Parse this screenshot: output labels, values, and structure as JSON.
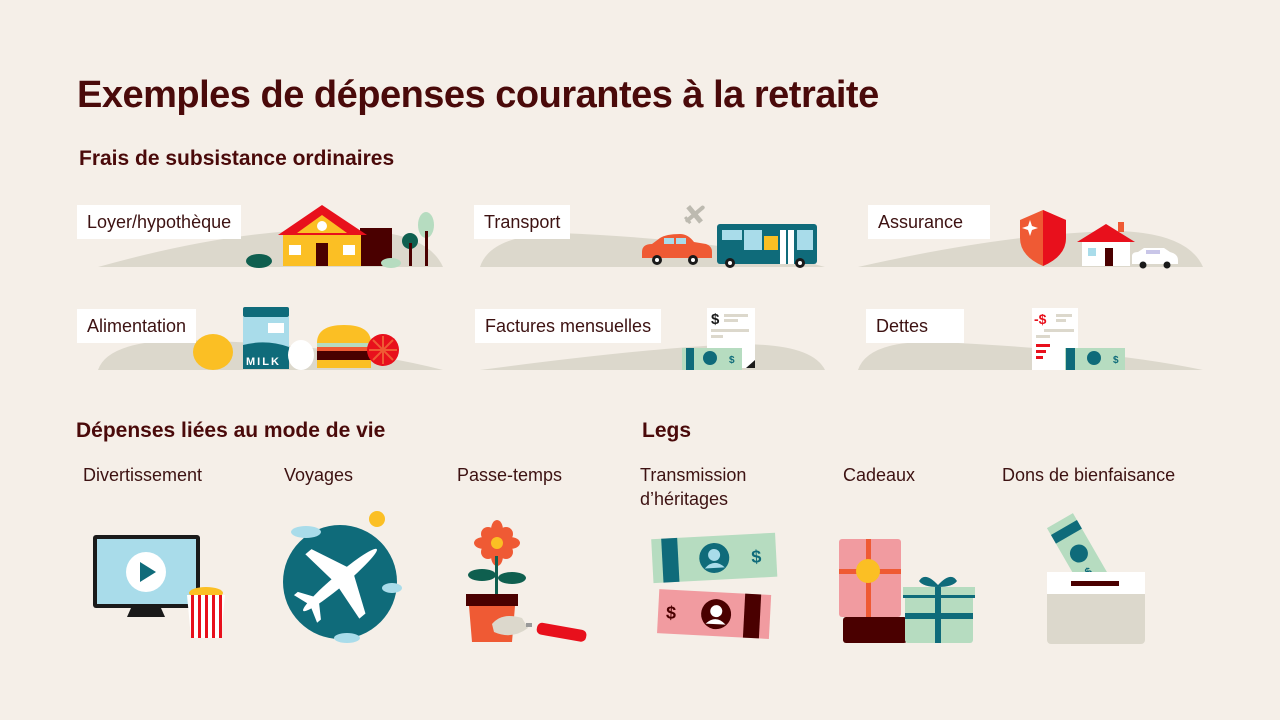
{
  "title": "Exemples de dépenses courantes à la retraite",
  "sections": {
    "living": {
      "heading": "Frais de subsistance ordinaires",
      "items": [
        {
          "label": "Loyer/hypothèque",
          "icon": "house-icon"
        },
        {
          "label": "Transport",
          "icon": "vehicles-icon"
        },
        {
          "label": "Assurance",
          "icon": "shield-icon"
        },
        {
          "label": "Alimentation",
          "icon": "groceries-icon"
        },
        {
          "label": "Factures mensuelles",
          "icon": "bill-icon"
        },
        {
          "label": "Dettes",
          "icon": "debt-icon"
        }
      ]
    },
    "lifestyle": {
      "heading": "Dépenses liées au mode de vie",
      "items": [
        {
          "label": "Divertissement",
          "icon": "tv-popcorn-icon"
        },
        {
          "label": "Voyages",
          "icon": "globe-plane-icon"
        },
        {
          "label": "Passe-temps",
          "icon": "flower-pot-icon"
        }
      ]
    },
    "legacy": {
      "heading": "Legs",
      "items": [
        {
          "label": "Transmission d’héritages",
          "line1": "Transmission",
          "line2": "d’héritages",
          "icon": "banknotes-icon"
        },
        {
          "label": "Cadeaux",
          "icon": "gifts-icon"
        },
        {
          "label": "Dons de bienfaisance",
          "icon": "donation-box-icon"
        }
      ]
    }
  },
  "icon_text": {
    "milk": "MILK",
    "dollar": "$",
    "neg_dollar": "-$"
  },
  "colors": {
    "background": "#f5efe8",
    "title": "#4a0a0a",
    "hill": "#dcd8cc",
    "teal": "#0f6b7a",
    "red": "#e8101c",
    "orange": "#ef5a34",
    "yellow": "#fbbf24",
    "mint": "#b6dcc0",
    "pink": "#f19ba0",
    "light_blue": "#a9dcea",
    "maroon": "#4a0000"
  }
}
